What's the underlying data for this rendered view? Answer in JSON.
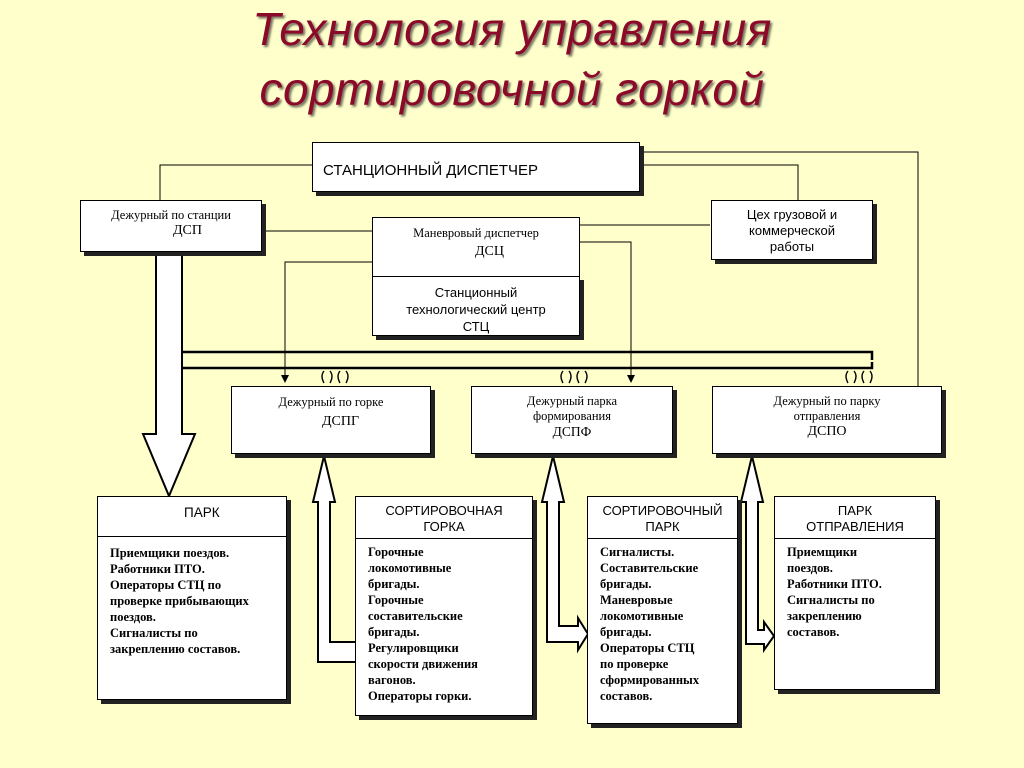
{
  "title": {
    "line1": "Технология управления",
    "line2": "сортировочной горкой"
  },
  "colors": {
    "background": "#ffffcc",
    "title": "#8b0a2a",
    "box": "#ffffff",
    "line": "#000000"
  },
  "nodes": {
    "station_dispatcher": "СТАНЦИОННЫЙ ДИСПЕТЧЕР",
    "dsp": {
      "line1": "Дежурный по станции",
      "line2": "ДСП"
    },
    "dsc": {
      "line1": "Маневровый диспетчер",
      "line2": "ДСЦ"
    },
    "stc": {
      "line1": "Станционный",
      "line2": "технологический центр",
      "line3": "СТЦ"
    },
    "cargo": {
      "line1": "Цех грузовой и",
      "line2": "коммерческой",
      "line3": "работы"
    },
    "dspg": {
      "line1": "Дежурный по горке",
      "line2": "ДСПГ"
    },
    "dspf": {
      "line1": "Дежурный парка",
      "line2": "формирования",
      "line3": "ДСПФ"
    },
    "dspo": {
      "line1": "Дежурный по парку",
      "line2": "отправления",
      "line3": "ДСПО"
    }
  },
  "bottom": {
    "park": {
      "header": "ПАРК",
      "items": [
        "Приемщики поездов.",
        "Работники ПТО.",
        "Операторы СТЦ по",
        "проверке прибывающих",
        "поездов.",
        "Сигналисты по",
        "закреплению составов."
      ]
    },
    "hump": {
      "header_line1": "СОРТИРОВОЧНАЯ",
      "header_line2": "ГОРКА",
      "items": [
        "Горочные",
        "локомотивные",
        "бригады.",
        "Горочные",
        "составительские",
        "бригады.",
        "Регулировщики",
        "скорости движения",
        "вагонов.",
        "Операторы горки."
      ]
    },
    "sort_park": {
      "header_line1": "СОРТИРОВОЧНЫЙ",
      "header_line2": "ПАРК",
      "items": [
        "Сигналисты.",
        "Составительские",
        "бригады.",
        "Маневровые",
        "локомотивные",
        "бригады.",
        "Операторы СТЦ",
        "по проверке",
        "сформированных",
        "составов."
      ]
    },
    "dep_park": {
      "header_line1": "ПАРК",
      "header_line2": "ОТПРАВЛЕНИЯ",
      "items": [
        "Приемщики",
        "поездов.",
        "Работники ПТО.",
        "Сигналисты по",
        "закреплению",
        "составов."
      ]
    }
  }
}
